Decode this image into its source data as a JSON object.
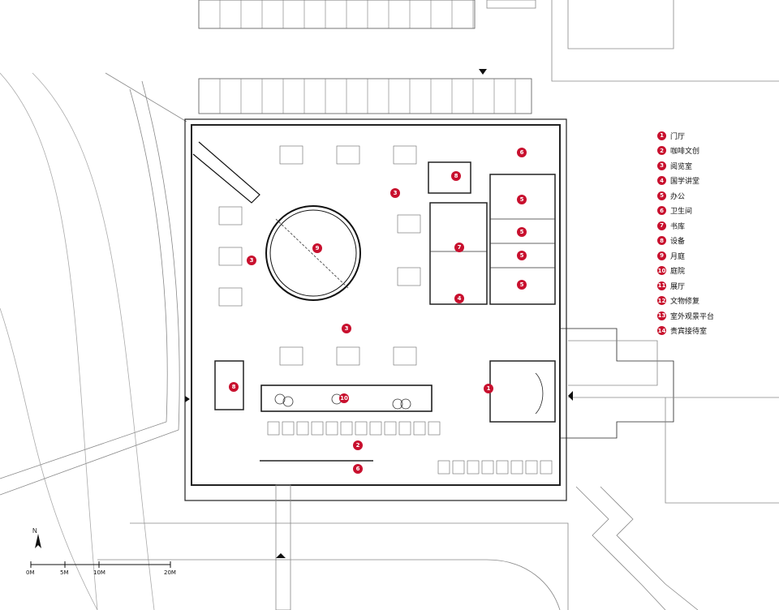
{
  "legend": [
    {
      "num": "1",
      "label": "门厅"
    },
    {
      "num": "2",
      "label": "咖啡文创"
    },
    {
      "num": "3",
      "label": "阅览室"
    },
    {
      "num": "4",
      "label": "国学讲堂"
    },
    {
      "num": "5",
      "label": "办公"
    },
    {
      "num": "6",
      "label": "卫生间"
    },
    {
      "num": "7",
      "label": "书库"
    },
    {
      "num": "8",
      "label": "设备"
    },
    {
      "num": "9",
      "label": "月庭"
    },
    {
      "num": "10",
      "label": "庭院"
    },
    {
      "num": "11",
      "label": "展厅"
    },
    {
      "num": "12",
      "label": "文物修复"
    },
    {
      "num": "13",
      "label": "室外观景平台"
    },
    {
      "num": "14",
      "label": "贵宾接待室"
    }
  ],
  "tags": {
    "t1": "1",
    "t2": "2",
    "t3a": "3",
    "t3b": "3",
    "t3c": "3",
    "t4": "4",
    "t5a": "5",
    "t5b": "5",
    "t5c": "5",
    "t5d": "5",
    "t6a": "6",
    "t6b": "6",
    "t7": "7",
    "t8a": "8",
    "t8b": "8",
    "t9": "9",
    "t10": "10"
  },
  "north_label": "N",
  "scale": {
    "s0": "0M",
    "s5": "5M",
    "s10": "10M",
    "s20": "20M"
  }
}
